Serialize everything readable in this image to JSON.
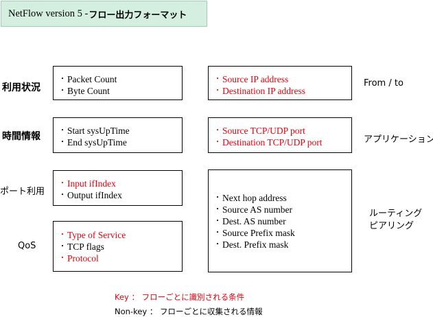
{
  "title": {
    "prefix": "NetFlow version 5 - ",
    "suffix": "フロー出力フォーマット"
  },
  "rows": [
    {
      "label": "利用状況",
      "left_items": [
        {
          "text": "Packet Count",
          "key": false
        },
        {
          "text": "Byte Count",
          "key": false
        }
      ]
    },
    {
      "label": "時間情報",
      "left_items": [
        {
          "text": "Start sysUpTime",
          "key": false
        },
        {
          "text": "End sysUpTime",
          "key": false
        }
      ]
    },
    {
      "label": "ポート利用",
      "left_items": [
        {
          "text": "Input ifIndex",
          "key": true
        },
        {
          "text": "Output ifIndex",
          "key": false
        }
      ]
    },
    {
      "label": "QoS",
      "left_items": [
        {
          "text": "Type of Service",
          "key": true
        },
        {
          "text": "TCP flags",
          "key": false
        },
        {
          "text": "Protocol",
          "key": true
        }
      ]
    }
  ],
  "right_groups": [
    {
      "items": [
        {
          "text": "Source IP address",
          "key": true
        },
        {
          "text": "Destination IP address",
          "key": true
        }
      ],
      "label": "From / to"
    },
    {
      "items": [
        {
          "text": "Source TCP/UDP port",
          "key": true
        },
        {
          "text": "Destination TCP/UDP port",
          "key": true
        }
      ],
      "label": "アプリケーション"
    },
    {
      "items": [
        {
          "text": "Next hop address",
          "key": false
        },
        {
          "text": "Source AS number",
          "key": false
        },
        {
          "text": "Dest. AS number",
          "key": false
        },
        {
          "text": "Source Prefix mask",
          "key": false
        },
        {
          "text": "Dest. Prefix mask",
          "key": false
        }
      ],
      "label_line1": "ルーティング",
      "label_line2": "ピアリング"
    }
  ],
  "bullet_char": "・",
  "legend": {
    "key": "Key ： フローごとに識別される条件",
    "nonkey": "Non-key ： フローごとに収集される情報"
  },
  "colors": {
    "key_text": "#e8000b",
    "title_bg": "#d4efdf"
  }
}
